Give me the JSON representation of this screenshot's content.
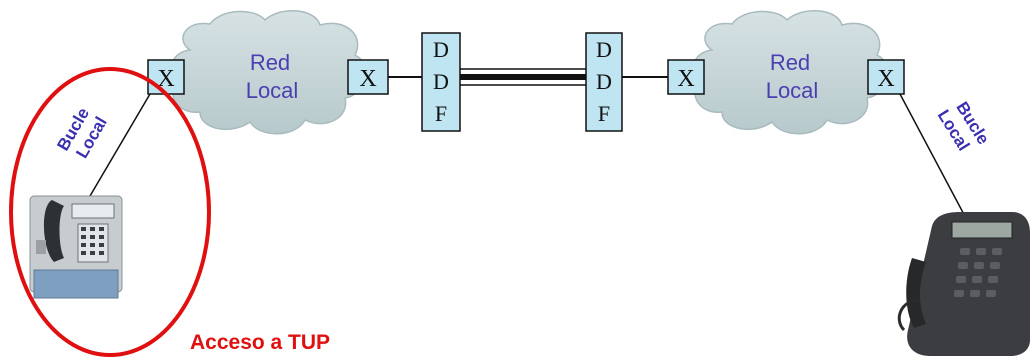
{
  "left_network": {
    "label_line1": "Red",
    "label_line2": "Local",
    "left_switch": "X",
    "right_switch": "X"
  },
  "right_network": {
    "label_line1": "Red",
    "label_line2": "Local",
    "left_switch": "X",
    "right_switch": "X"
  },
  "ddf_left": {
    "letters": [
      "D",
      "D",
      "F"
    ]
  },
  "ddf_right": {
    "letters": [
      "D",
      "D",
      "F"
    ]
  },
  "left_loop": {
    "line1": "Bucle",
    "line2": "Local"
  },
  "right_loop": {
    "line1": "Bucle",
    "line2": "Local"
  },
  "caption": "Acceso a TUP",
  "colors": {
    "cloud": "#c9d8da",
    "box": "#bfe4f2",
    "highlight": "#e01010",
    "label": "#4a3fb0"
  },
  "icons": {
    "payphone": "payphone-icon",
    "desk_phone": "desk-phone-icon"
  }
}
